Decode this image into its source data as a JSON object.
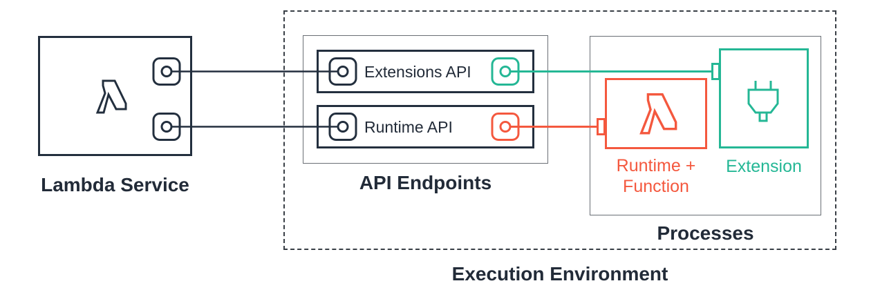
{
  "colors": {
    "dark": "#232F3E",
    "teal": "#24B795",
    "orange": "#F4583E",
    "box_gray": "#696E74",
    "dash_gray": "#383E45",
    "white": "#ffffff"
  },
  "lambda_service": {
    "label": "Lambda Service"
  },
  "execution_environment": {
    "label": "Execution Environment",
    "api_endpoints": {
      "label": "API Endpoints",
      "rows": [
        {
          "label": "Extensions API"
        },
        {
          "label": "Runtime API"
        }
      ]
    },
    "processes": {
      "label": "Processes",
      "runtime_function": {
        "label_line1": "Runtime +",
        "label_line2": "Function"
      },
      "extension": {
        "label": "Extension"
      }
    }
  }
}
